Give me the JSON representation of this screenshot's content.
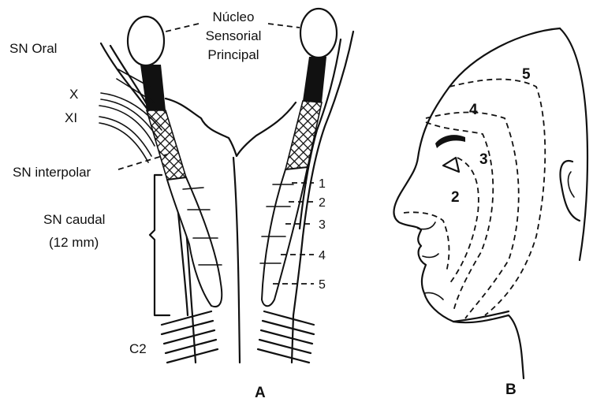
{
  "labels": {
    "nucleo_line1": "Núcleo",
    "nucleo_line2": "Sensorial",
    "nucleo_line3": "Principal",
    "sn_oral": "SN Oral",
    "nerve_x": "X",
    "nerve_xi": "XI",
    "sn_interpolar": "SN interpolar",
    "sn_caudal": "SN caudal",
    "sn_caudal_length": "(12 mm)",
    "c2": "C2",
    "panel_a": "A",
    "panel_b": "B"
  },
  "segments": [
    "1",
    "2",
    "3",
    "4",
    "5"
  ],
  "face_zones": [
    "5",
    "4",
    "3",
    "2"
  ]
}
